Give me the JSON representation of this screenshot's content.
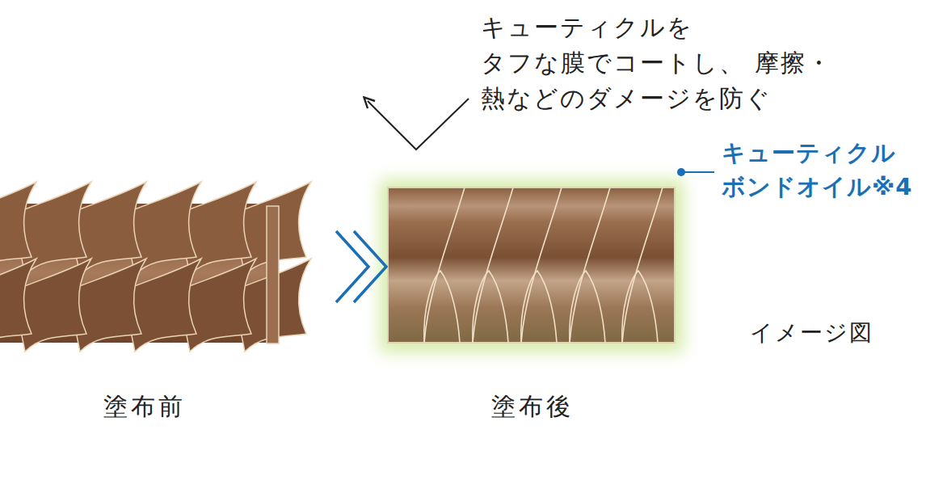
{
  "diagram": {
    "nodes": [
      {
        "text": [
          "塗布前"
        ]
      },
      {
        "text": [
          "塗布後"
        ]
      }
    ],
    "edges": [
      {
        "from": 0,
        "to": 1,
        "arrow": "to"
      }
    ],
    "labels": [
      "キューティクルを タフな膜でコートし、 摩擦・熱などのダメージを防ぐ",
      "キューティクル ボンドオイル※4",
      "イメージ図"
    ]
  }
}
